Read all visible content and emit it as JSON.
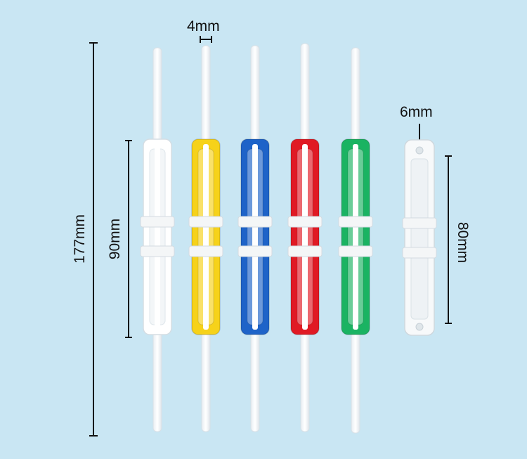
{
  "dimensions": {
    "height_total": "177mm",
    "frame_length": "90mm",
    "pin_width": "4mm",
    "hole_diameter": "6mm",
    "single_frame_length": "80mm"
  },
  "fastener_colors": [
    "#ffffff",
    "#f6d21a",
    "#1e63c8",
    "#e01a24",
    "#1ab362"
  ],
  "colors": {
    "background": "#c9e6f3",
    "pin": "#ffffff",
    "dimension_line": "#111111"
  }
}
